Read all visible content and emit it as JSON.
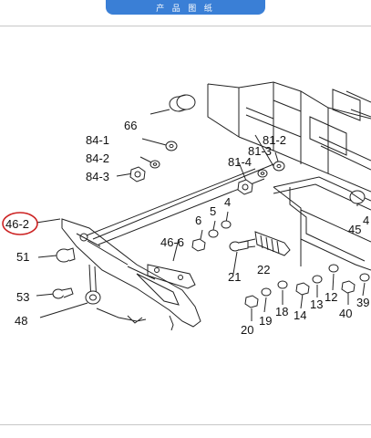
{
  "header": {
    "title": "产 品 图 纸"
  },
  "highlight": {
    "color": "#cc2222"
  },
  "labels": {
    "l66": "66",
    "l84_1": "84-1",
    "l84_2": "84-2",
    "l84_3": "84-3",
    "l81_2": "81-2",
    "l81_3": "81-3",
    "l81_4": "81-4",
    "l46_2": "46-2",
    "l46_6": "46-6",
    "l6": "6",
    "l5": "5",
    "l4": "4",
    "l45": "45",
    "l4b": "4",
    "l51": "51",
    "l53": "53",
    "l48": "48",
    "l21": "21",
    "l22": "22",
    "l20": "20",
    "l19": "19",
    "l18": "18",
    "l14": "14",
    "l13": "13",
    "l12": "12",
    "l40": "40",
    "l39": "39"
  }
}
